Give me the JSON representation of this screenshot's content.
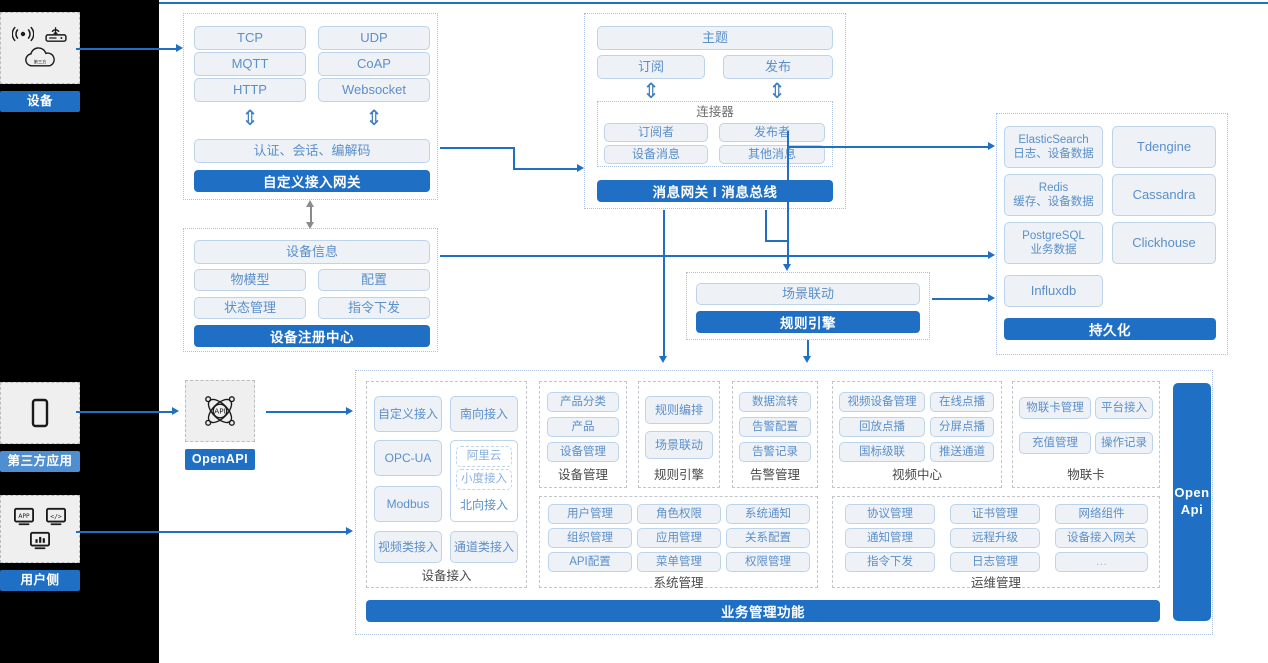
{
  "actors": [
    {
      "name": "device",
      "label": "设备",
      "icons": [
        "signal-icon",
        "router-icon",
        "cloud-icon"
      ]
    },
    {
      "name": "third-party-app",
      "label": "第三方应用",
      "icons": [
        "mobile-icon"
      ]
    },
    {
      "name": "user-side",
      "label": "用户侧",
      "icons": [
        "app-screen-icon",
        "code-screen-icon",
        "chart-screen-icon"
      ]
    }
  ],
  "openapi": {
    "label": "OpenAPI",
    "icon": "api-atom-icon"
  },
  "access_gateway": {
    "protocols": [
      "TCP",
      "UDP",
      "MQTT",
      "CoAP",
      "HTTP",
      "Websocket"
    ],
    "middle": "认证、会话、编解码",
    "bar": "自定义接入网关"
  },
  "message_gateway": {
    "topic": "主题",
    "subscribe": "订阅",
    "publish": "发布",
    "connector_title": "连接器",
    "connector_items": [
      "订阅者",
      "发布者",
      "设备消息",
      "其他消息"
    ],
    "bar": "消息网关 l 消息总线"
  },
  "device_registry": {
    "info": "设备信息",
    "items": [
      "物模型",
      "配置",
      "状态管理",
      "指令下发"
    ],
    "bar": "设备注册中心"
  },
  "rule_engine_block": {
    "scene": "场景联动",
    "bar": "规则引擎"
  },
  "persistence": {
    "left": [
      "ElasticSearch\n日志、设备数据",
      "Redis\n缓存、设备数据",
      "PostgreSQL\n业务数据",
      "Influxdb"
    ],
    "right": [
      "Tdengine",
      "Cassandra",
      "Clickhouse"
    ],
    "bar": "持久化"
  },
  "business": {
    "bar": "业务管理功能",
    "open_api_vertical": "Open\nApi",
    "groups": [
      {
        "name": "device-access",
        "caption": "设备接入",
        "items": [
          "自定义接入",
          "南向接入",
          "OPC-UA",
          "Modbus",
          "视频类接入",
          "通道类接入"
        ],
        "nested": {
          "items": [
            "阿里云",
            "小度接入"
          ],
          "label": "北向接入"
        }
      },
      {
        "name": "device-management",
        "caption": "设备管理",
        "items": [
          "产品分类",
          "产品",
          "设备管理"
        ]
      },
      {
        "name": "rule-engine",
        "caption": "规则引擎",
        "items": [
          "规则编排",
          "场景联动"
        ]
      },
      {
        "name": "alarm-management",
        "caption": "告警管理",
        "items": [
          "数据流转",
          "告警配置",
          "告警记录"
        ]
      },
      {
        "name": "video-center",
        "caption": "视频中心",
        "items": [
          "视频设备管理",
          "在线点播",
          "回放点播",
          "分屏点播",
          "国标级联",
          "推送通道"
        ]
      },
      {
        "name": "iot-card",
        "caption": "物联卡",
        "items": [
          "物联卡管理",
          "平台接入",
          "充值管理",
          "操作记录"
        ]
      },
      {
        "name": "system-management",
        "caption": "系统管理",
        "items": [
          "用户管理",
          "角色权限",
          "系统通知",
          "组织管理",
          "应用管理",
          "关系配置",
          "API配置",
          "菜单管理",
          "权限管理"
        ]
      },
      {
        "name": "ops-management",
        "caption": "运维管理",
        "items": [
          "协议管理",
          "证书管理",
          "网络组件",
          "通知管理",
          "远程升级",
          "设备接入网关",
          "指令下发",
          "日志管理",
          "…"
        ]
      }
    ]
  },
  "colors": {
    "brand": "#1f6fc4",
    "brand_light": "#4f8ed0",
    "pill_fill": "#eef2f7",
    "pill_border": "#bcd3ea",
    "pill_text": "#5b8fc9"
  }
}
